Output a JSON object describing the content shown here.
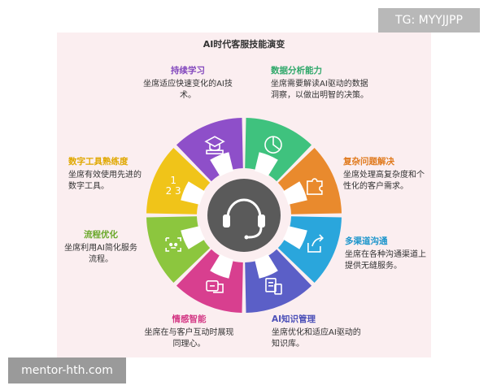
{
  "title": "AI时代客服技能演变",
  "watermark_top": "TG: MYYJJPP",
  "watermark_bottom": "mentor-hth.com",
  "segments": [
    {
      "title": "数据分析能力",
      "desc": "坐席需要解读AI驱动的数据洞察，以做出明智的决策。",
      "color": "#3fc27e",
      "icon": "chart-icon"
    },
    {
      "title": "复杂问题解决",
      "desc": "坐席处理高复杂度和个性化的客户需求。",
      "color": "#e98a2d",
      "icon": "puzzle-icon"
    },
    {
      "title": "多渠道沟通",
      "desc": "坐席在各种沟通渠道上提供无缝服务。",
      "color": "#2aa6dc",
      "icon": "share-icon"
    },
    {
      "title": "AI知识管理",
      "desc": "坐席优化和适应AI驱动的知识库。",
      "color": "#5b5fc7",
      "icon": "knowledge-icon"
    },
    {
      "title": "情感智能",
      "desc": "坐席在与客户互动时展现同理心。",
      "color": "#d83f8f",
      "icon": "emotion-icon"
    },
    {
      "title": "流程优化",
      "desc": "坐席利用AI简化服务流程。",
      "color": "#8cc63e",
      "icon": "robot-icon"
    },
    {
      "title": "数字工具熟练度",
      "desc": "坐席有效使用先进的数字工具。",
      "color": "#f0c419",
      "icon": "numbers-icon"
    },
    {
      "title": "持续学习",
      "desc": "坐席适应快速变化的AI技术。",
      "color": "#8e4fc9",
      "icon": "learning-icon"
    }
  ],
  "title_colors": [
    "#2fa86a",
    "#e07a1e",
    "#1e96cc",
    "#4c50b8",
    "#d43a86",
    "#6aa82a",
    "#e0a800",
    "#8247bd"
  ],
  "numbers_icon_text": "1\n2 3",
  "center": {
    "color": "#5a5a5a",
    "icon": "headset-icon"
  }
}
